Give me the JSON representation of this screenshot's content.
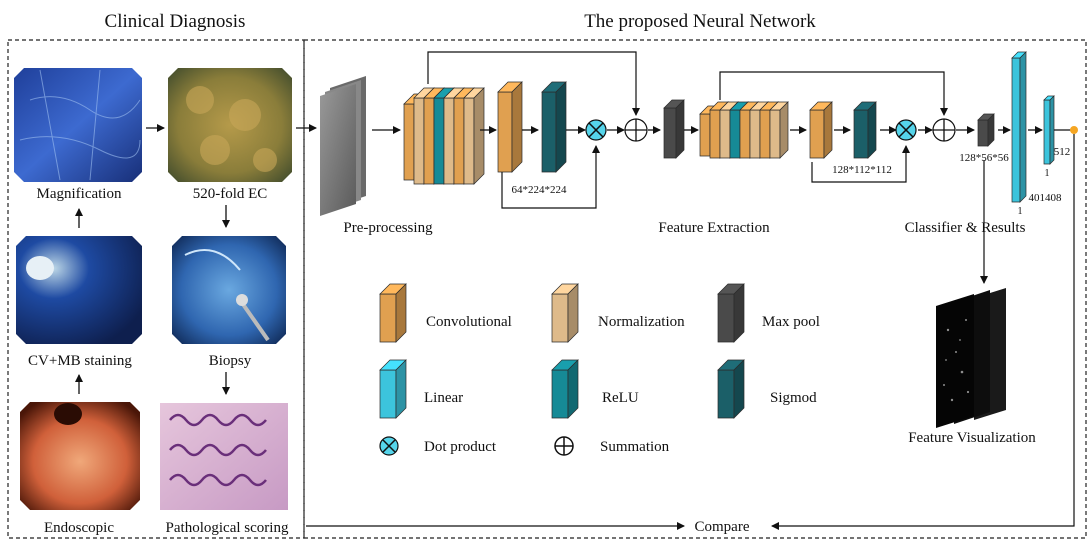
{
  "sections": {
    "clinical": "Clinical Diagnosis",
    "network": "The proposed Neural Network"
  },
  "clinical": {
    "magnification": "Magnification",
    "ec520": "520-fold EC",
    "cvmb": "CV+MB staining",
    "biopsy": "Biopsy",
    "endoscopic": "Endoscopic",
    "pathological": "Pathological scoring"
  },
  "network": {
    "preprocessing": "Pre-processing",
    "feature_extraction": "Feature Extraction",
    "classifier": "Classifier & Results",
    "feature_visualization": "Feature Visualization",
    "dim1": "64*224*224",
    "dim2": "128*112*112",
    "dim3": "128*56*56",
    "fc1_top": "1",
    "fc1_bottom": "401408",
    "fc2": "512",
    "fc2_top": "1",
    "compare": "Compare"
  },
  "legend": {
    "convolutional": "Convolutional",
    "normalization": "Normalization",
    "maxpool": "Max pool",
    "linear": "Linear",
    "relu": "ReLU",
    "sigmod": "Sigmod",
    "dot": "Dot product",
    "sum": "Summation"
  },
  "colors": {
    "conv": "#e0a050",
    "norm": "#deba8a",
    "maxpool": "#4a4a4a",
    "linear": "#3cc4dc",
    "relu": "#168a96",
    "sigmod": "#1b5f68",
    "dot": "#55d4ea",
    "summation": "#ffffff",
    "output_dot": "#f5a623"
  }
}
